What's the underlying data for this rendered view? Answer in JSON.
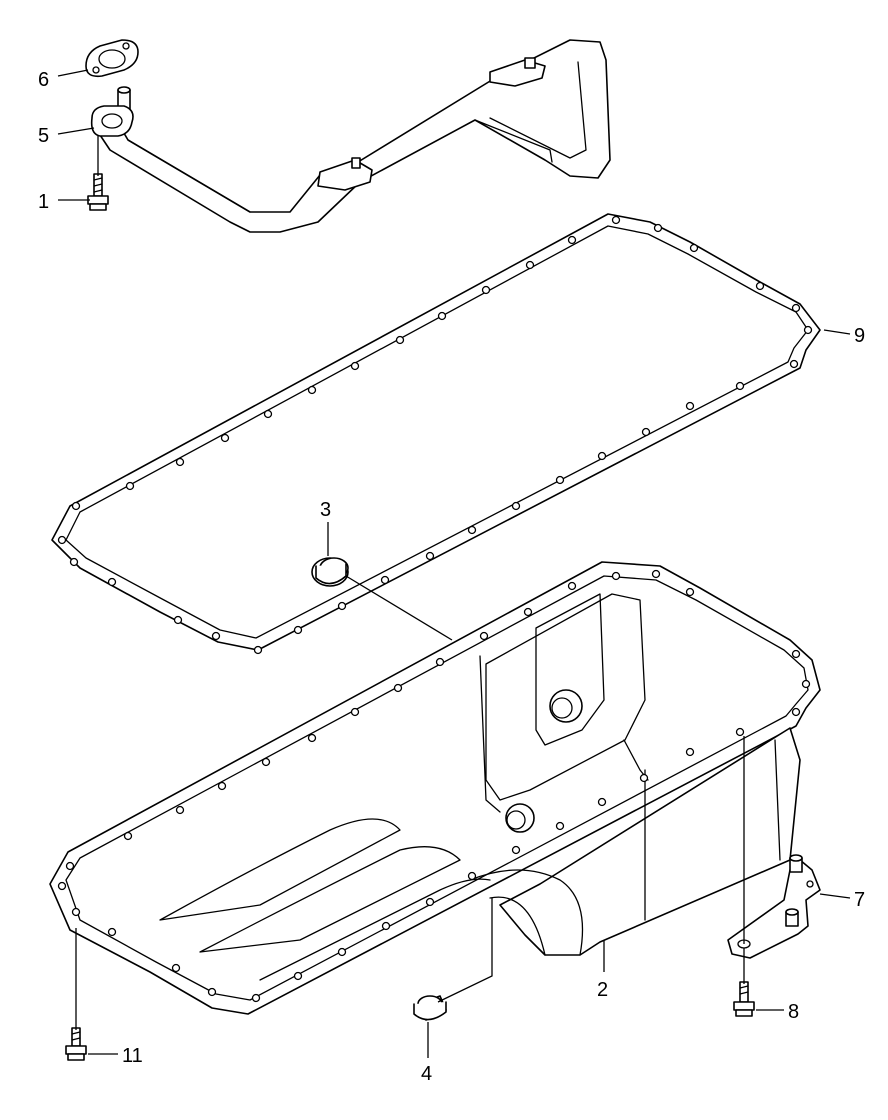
{
  "diagram": {
    "callouts": {
      "c1": "1",
      "c2": "2",
      "c3": "3",
      "c4": "4",
      "c5": "5",
      "c6": "6",
      "c7": "7",
      "c8": "8",
      "c9": "9",
      "c11": "11"
    }
  }
}
